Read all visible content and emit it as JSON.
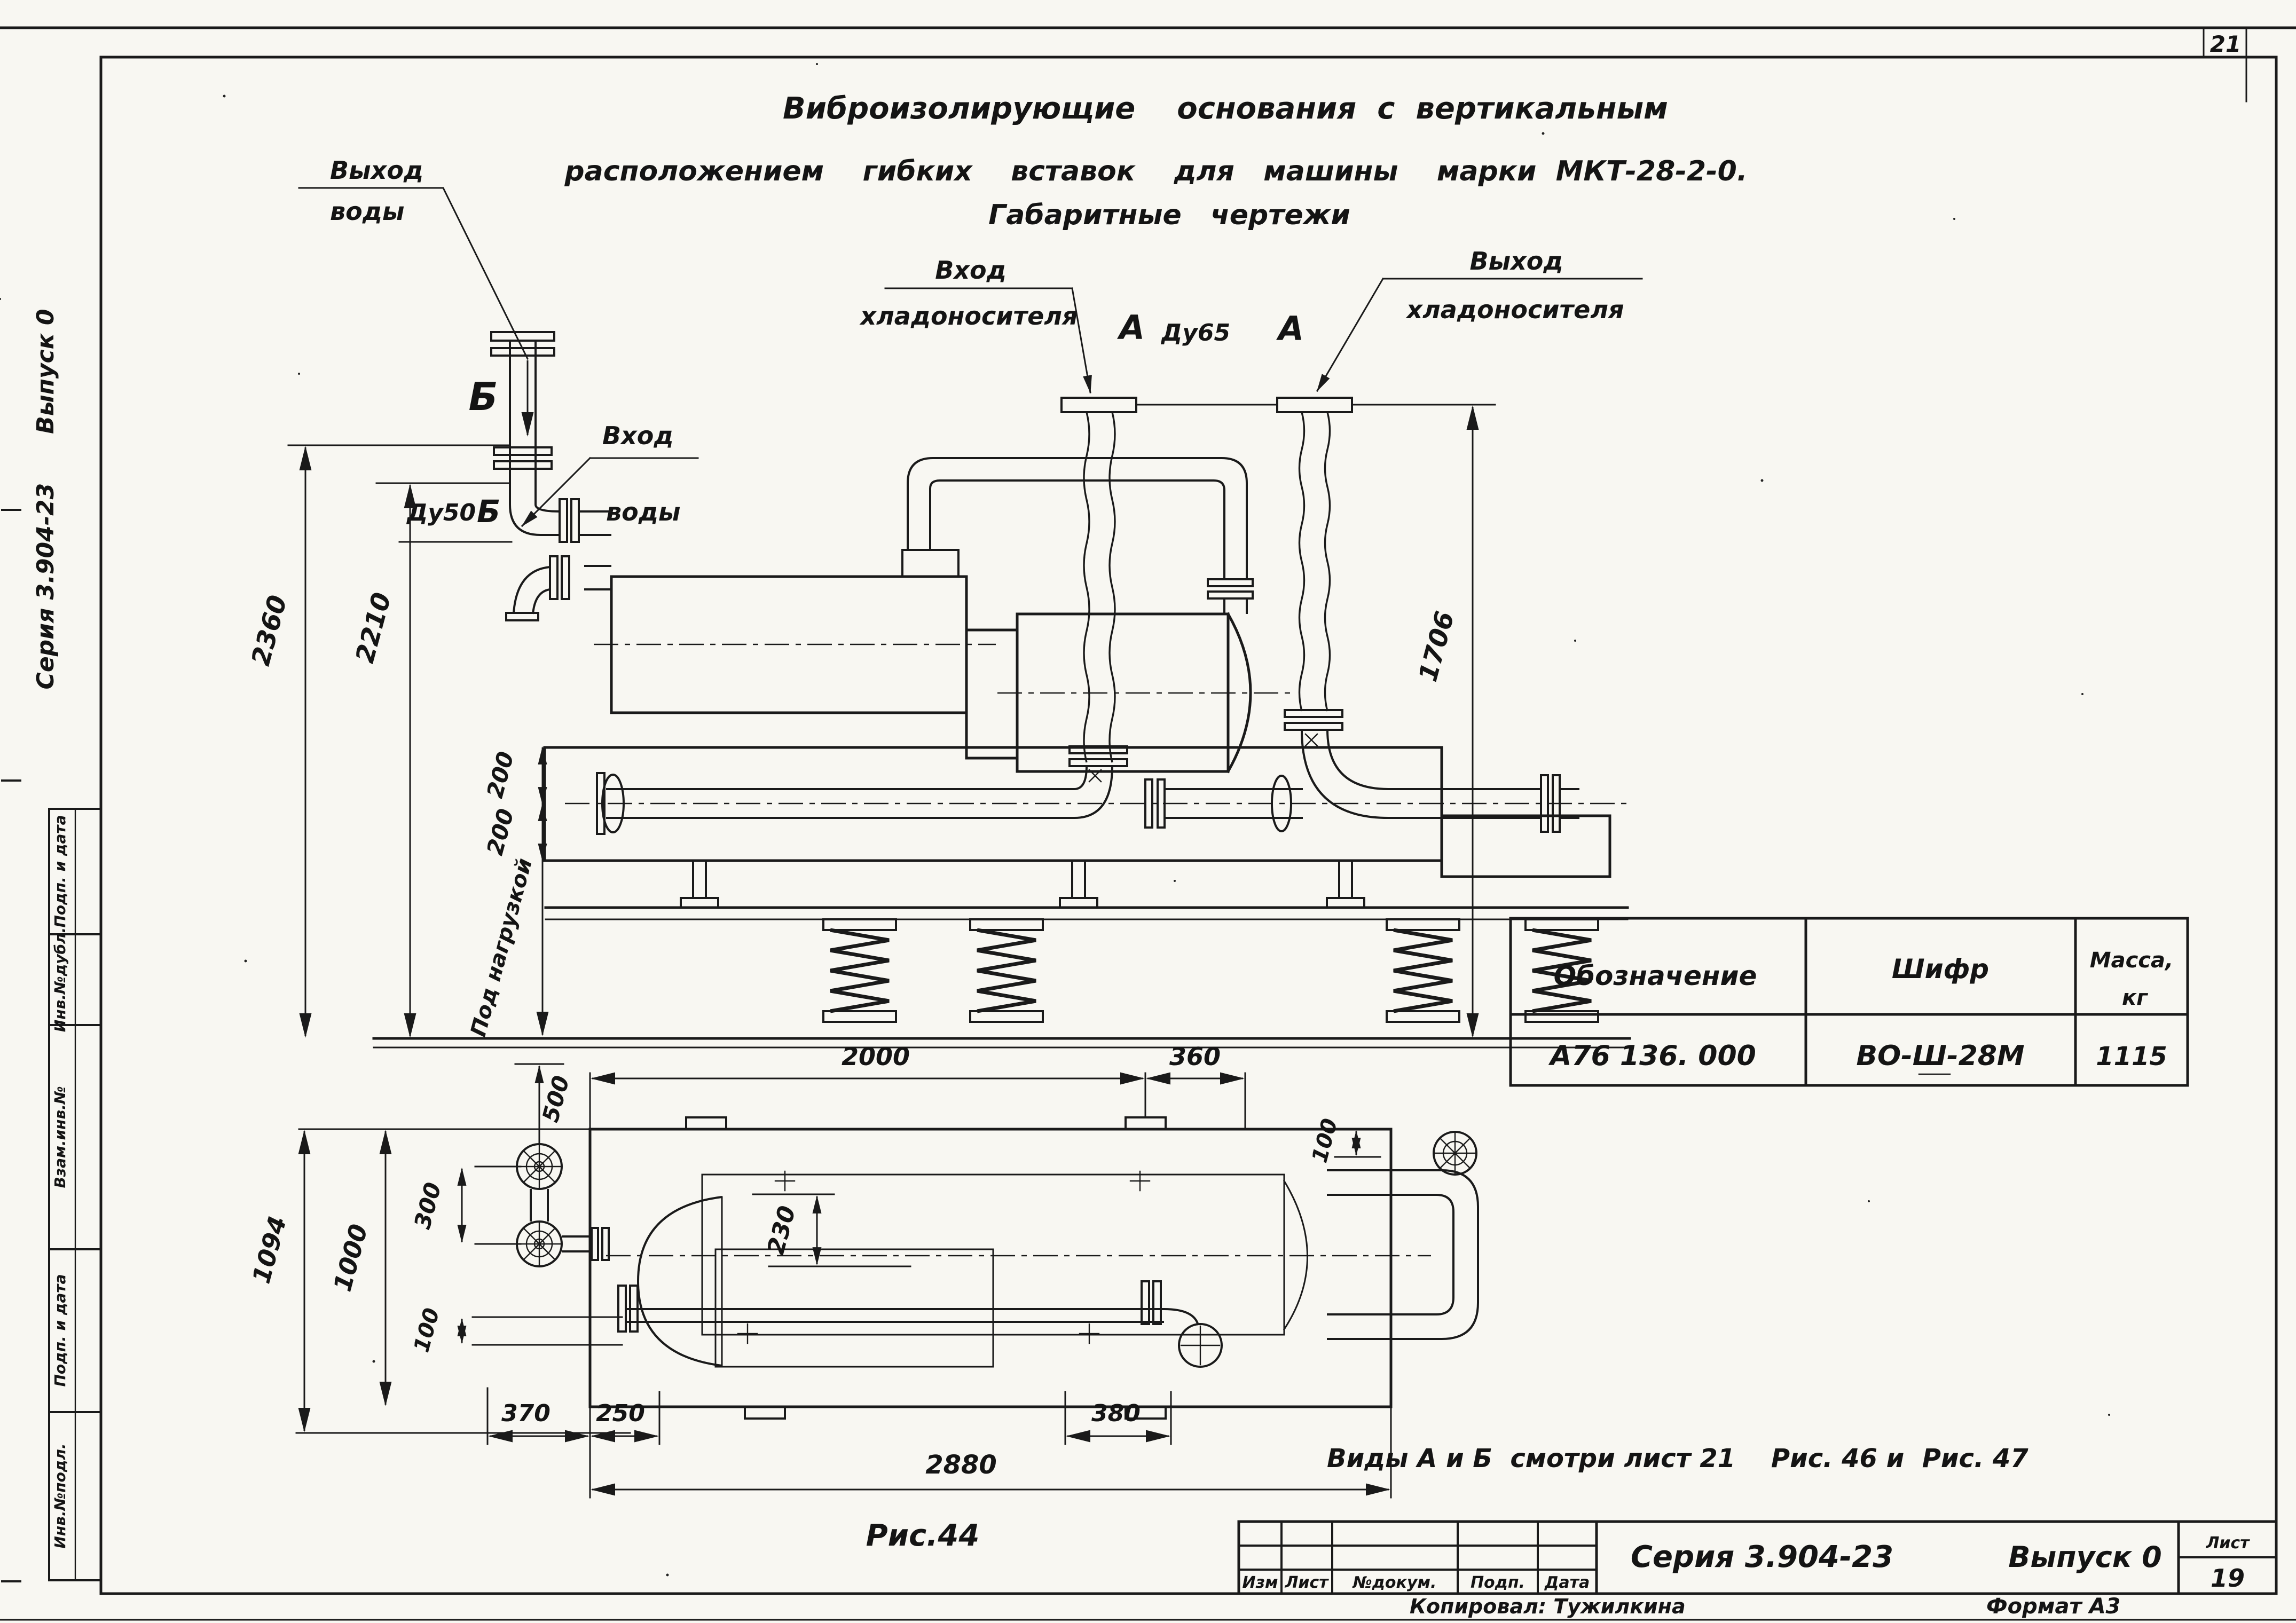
{
  "page": {
    "corner_number": "21"
  },
  "title": {
    "line1": "Виброизолирующие    основания  с  вертикальным",
    "line2": "расположением    гибких    вставок    для   машины    марки  МКТ-28-2-0.",
    "line3": "Габаритные   чертежи"
  },
  "labels": {
    "water_out_1": "Выход",
    "water_out_2": "воды",
    "view_b": "Б",
    "du50": "Ду50",
    "du50_b": "Б",
    "water_in_1": "Вход",
    "water_in_2": "воды",
    "cool_in_1": "Вход",
    "cool_in_2": "хладоносителя",
    "view_a": "А",
    "du65": "Ду65",
    "view_a2": "А",
    "cool_out_1": "Выход",
    "cool_out_2": "хладоносителя",
    "under_load": "Под нагрузкой"
  },
  "dims": {
    "v2360": "2360",
    "v2210": "2210",
    "v1706": "1706",
    "s200a": "200",
    "s200b": "200",
    "top2000": "2000",
    "top360": "360",
    "left1094": "1094",
    "left1000": "1000",
    "p500": "500",
    "p300": "300",
    "p100_left": "100",
    "p100_right": "100",
    "p230": "230",
    "b370": "370",
    "b250": "250",
    "b380": "380",
    "b2880": "2880"
  },
  "spec_table": {
    "col_designation": "Обозначение",
    "col_code": "Шифр",
    "col_mass_1": "Масса,",
    "col_mass_2": "кг",
    "designation": "А76 136. 000",
    "code_pre": "ВО-",
    "code_roman": "Ш",
    "code_post": "-28М",
    "mass": "1115"
  },
  "note": "Виды А и Б  смотри лист 21    Рис. 46 и  Рис. 47",
  "figure_caption": "Рис.44",
  "title_block": {
    "series": "Серия 3.904-23",
    "issue": "Выпуск 0",
    "sheet_label": "Лист",
    "sheet_number": "19",
    "col_izm": "Изм",
    "col_list": "Лист",
    "col_doc": "№докум.",
    "col_podp": "Подп.",
    "col_data": "Дата",
    "copied": "Копировал: Тужилкина",
    "format": "Формат А3"
  },
  "stamp_column": {
    "series_vertical": "Серия 3.904-23      Выпуск 0",
    "cells": [
      "Подп. и дата",
      "Инв.№дубл.",
      "Взам.инв.№",
      "Подп. и дата",
      "Инв.№подл."
    ]
  }
}
